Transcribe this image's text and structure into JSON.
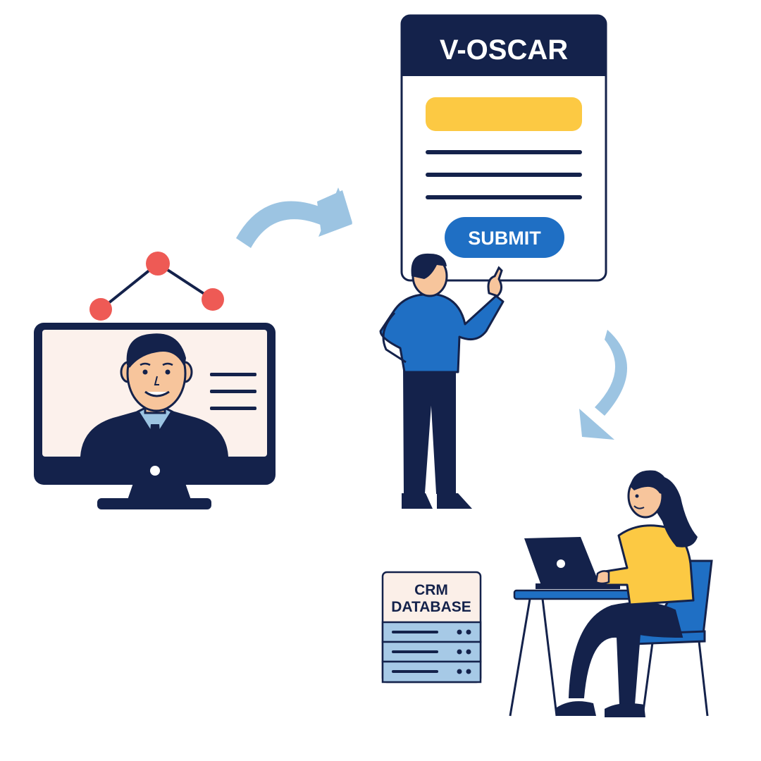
{
  "form": {
    "title": "V-OSCAR",
    "submit_label": "SUBMIT"
  },
  "database": {
    "line1": "CRM",
    "line2": "DATABASE"
  },
  "colors": {
    "navy": "#14224b",
    "yellow": "#fcc943",
    "blue": "#1f6fc4",
    "light_blue": "#8fbde0",
    "arrow": "#9cc4e2",
    "red": "#ee5a55",
    "skin": "#f7c59c",
    "screen_bg": "#fcf1ec",
    "db_top": "#fbefe8",
    "db_rows": "#a6c9e6"
  }
}
